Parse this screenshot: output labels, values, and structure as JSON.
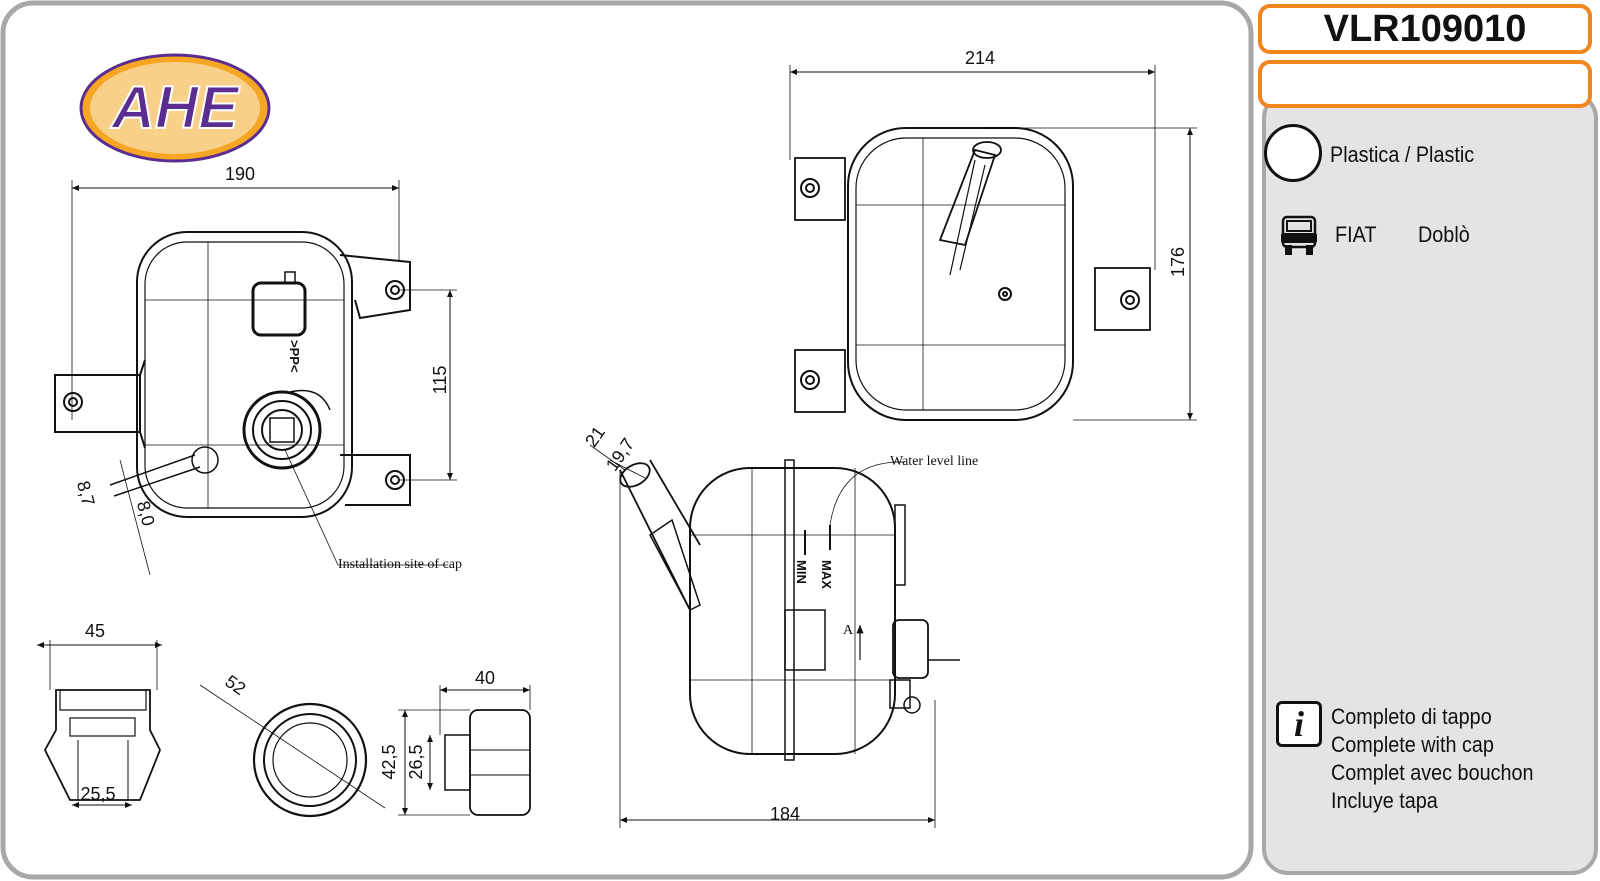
{
  "brand": {
    "logo_text": "AHE",
    "colors": {
      "logo_fill": "#5a2e91",
      "logo_ring": "#f5a623",
      "accent_orange": "#f0841d"
    }
  },
  "part": {
    "number": "VLR109010",
    "extra": ""
  },
  "material": {
    "label": "Plastica / Plastic",
    "icon": "circle-icon"
  },
  "vehicle": {
    "icon": "car-front-icon",
    "make": "FIAT",
    "model": "Doblò"
  },
  "notes": {
    "icon": "info-icon",
    "icon_glyph": "i",
    "lines": [
      "Completo di tappo",
      "Complete with cap",
      "Complet avec bouchon",
      "Incluye tapa"
    ]
  },
  "drawing": {
    "dimensions": {
      "top_width": "190",
      "top_height": "115",
      "hose_dia_outer": "8,7",
      "hose_dia_inner": "8,0",
      "right_width": "214",
      "right_height": "176",
      "side_width": "184",
      "side_hose_outer": "21",
      "side_hose_inner": "19,7",
      "cap_width": "45",
      "cap_inner": "25,5",
      "ring_dia": "52",
      "ring_height": "42,5",
      "cap_side_width": "40",
      "cap_side_height": "26,5"
    },
    "annotations": {
      "cap_site": "Installation site of cap",
      "water_level": "Water level line",
      "max": "MAX",
      "min": "MIN",
      "section": "A",
      "material_code": ">PP<"
    }
  }
}
